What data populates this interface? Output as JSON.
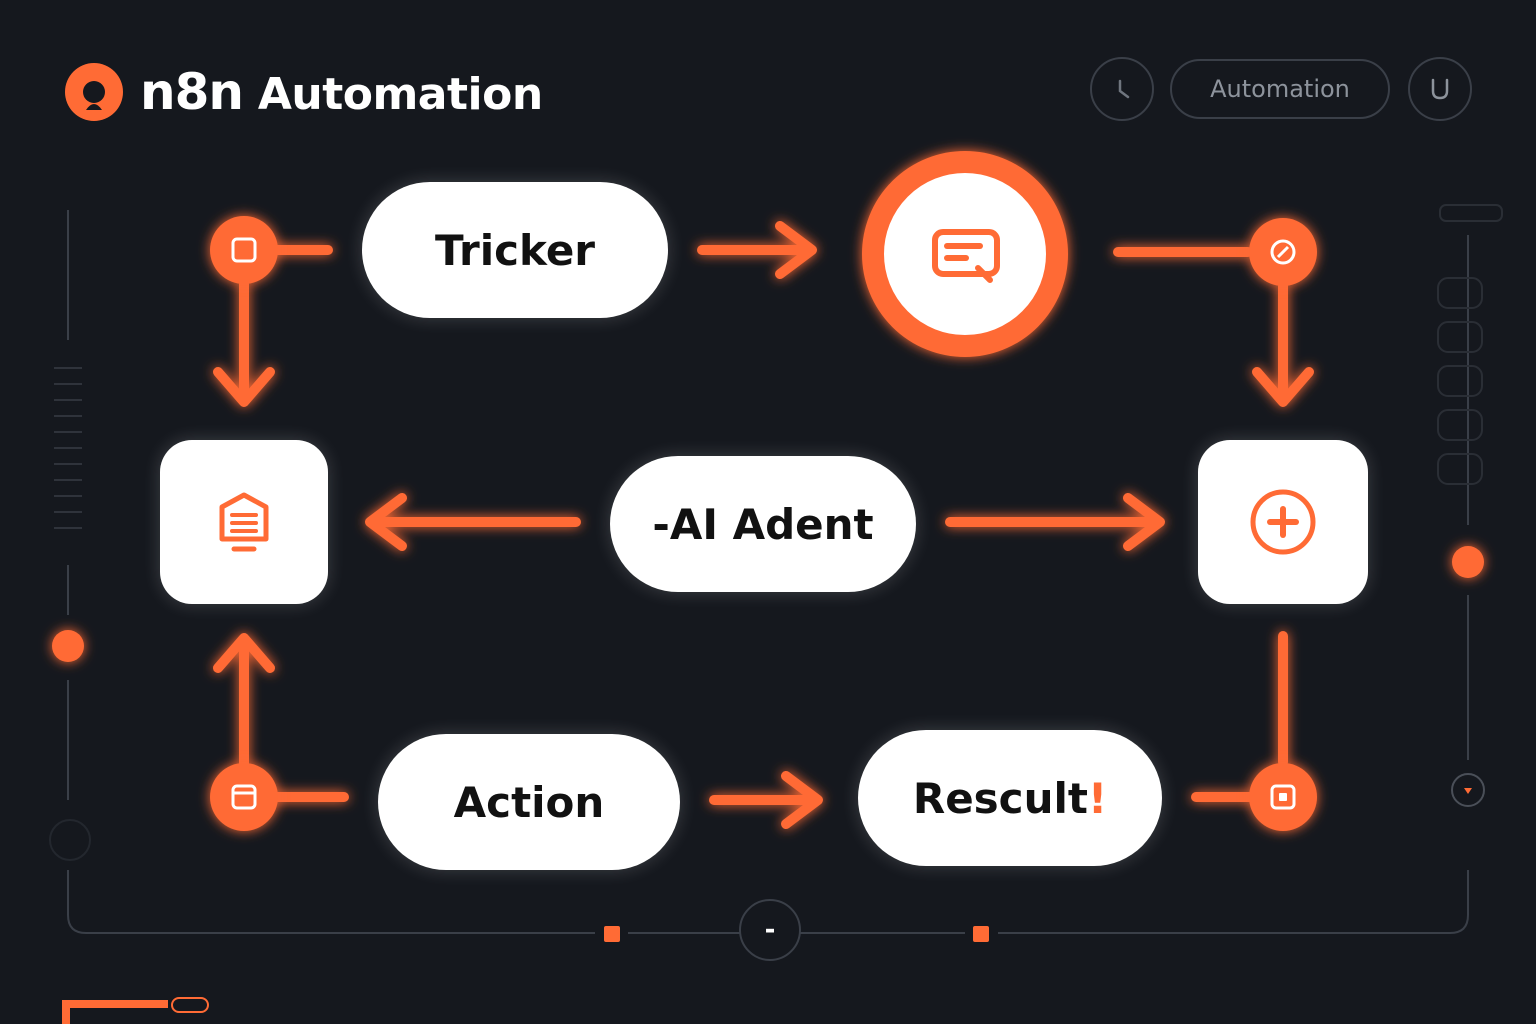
{
  "brand": {
    "logo_text": "n8n",
    "title": "Automation"
  },
  "top_bar": {
    "pill_label": "Automation",
    "left_icon": "clock-icon",
    "right_icon": "magnet-icon"
  },
  "nodes": {
    "trigger": "Tricker",
    "ai_agent": "-AI Adent",
    "action": "Action",
    "result_main": "Rescult",
    "result_mark": "!"
  },
  "bottom_bar": {
    "center_label": "-"
  },
  "icons": {
    "message": "message-icon",
    "document": "document-icon",
    "add": "add-circle-icon"
  },
  "colors": {
    "accent": "#ff6b35",
    "background": "#15181e",
    "node": "#ffffff",
    "text": "#111111",
    "muted": "#3a3f48"
  }
}
